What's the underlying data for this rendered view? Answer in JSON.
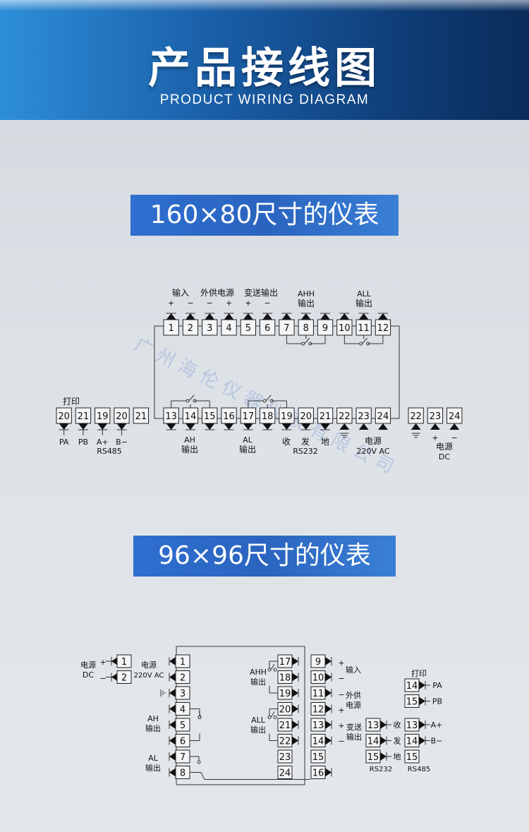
{
  "banner": {
    "title": "产品接线图",
    "subtitle": "PRODUCT WIRING DIAGRAM"
  },
  "section1": {
    "title": "160×80尺寸的仪表",
    "top_group_labels": {
      "input": "输入",
      "ext_power": "外供电源",
      "transmit": "变送输出",
      "ahh": "AHH",
      "ahh_out": "输出",
      "all": "ALL",
      "all_out": "输出"
    },
    "top_signs": [
      "+",
      "−",
      "−",
      "+",
      "+",
      "−"
    ],
    "top_terminals": [
      "1",
      "2",
      "3",
      "4",
      "5",
      "6",
      "7",
      "8",
      "9",
      "10",
      "11",
      "12"
    ],
    "bottom_terminals": [
      "13",
      "14",
      "15",
      "16",
      "17",
      "18",
      "19",
      "20",
      "21",
      "22",
      "23",
      "24"
    ],
    "bottom_labels": {
      "ah": "AH",
      "ah_out": "输出",
      "al": "AL",
      "al_out": "输出",
      "rx": "收",
      "tx": "发",
      "gnd": "地",
      "rs232": "RS232",
      "power": "电源",
      "ac": "220V AC"
    },
    "print_group": {
      "label": "打印",
      "terminals": [
        "20",
        "21",
        "19",
        "20",
        "21"
      ],
      "pins": [
        "PA",
        "PB",
        "A+",
        "B−"
      ],
      "rs485": "RS485"
    },
    "dc_group": {
      "terminals": [
        "22",
        "23",
        "24"
      ],
      "plus": "+",
      "minus": "−",
      "power": "电源",
      "dc": "DC"
    }
  },
  "section2": {
    "title": "96×96尺寸的仪表",
    "dc_box": {
      "label1": "电源",
      "label2": "DC",
      "plus": "+",
      "minus": "−",
      "terminals": [
        "1",
        "2"
      ]
    },
    "left_terminals": [
      "1",
      "2",
      "3",
      "4",
      "5",
      "6",
      "7",
      "8"
    ],
    "left_labels": {
      "power": "电源",
      "ac": "220V AC",
      "ah": "AH",
      "ah_out": "输出",
      "al": "AL",
      "al_out": "输出"
    },
    "right_col_a": [
      "17",
      "18",
      "19",
      "20",
      "21",
      "22",
      "23",
      "24"
    ],
    "right_col_b": [
      "9",
      "10",
      "11",
      "12",
      "13",
      "14",
      "15",
      "16"
    ],
    "mid_labels": {
      "ahh": "AHH",
      "ahh_out": "输出",
      "all": "ALL",
      "all_out": "输出"
    },
    "right_labels": {
      "input": "输入",
      "ext": "外供",
      "ext2": "电源",
      "transmit": "变送",
      "transmit2": "输出",
      "plus": "+",
      "minus": "−"
    },
    "rs232_box": {
      "terminals": [
        "13",
        "14",
        "15"
      ],
      "pins": [
        "收",
        "发",
        "地"
      ],
      "label": "RS232"
    },
    "print_box": {
      "label": "打印",
      "terminals": [
        "14",
        "15"
      ],
      "pins": [
        "PA",
        "PB"
      ]
    },
    "rs485_box": {
      "terminals": [
        "13",
        "14",
        "15"
      ],
      "pins": [
        "A+",
        "B−"
      ],
      "label": "RS485"
    }
  },
  "colors": {
    "banner_dark": "#0a2c5a",
    "banner_light": "#2d8ed8",
    "title_bg": "#2f6fd0",
    "watermark": "#8fa4d8"
  }
}
